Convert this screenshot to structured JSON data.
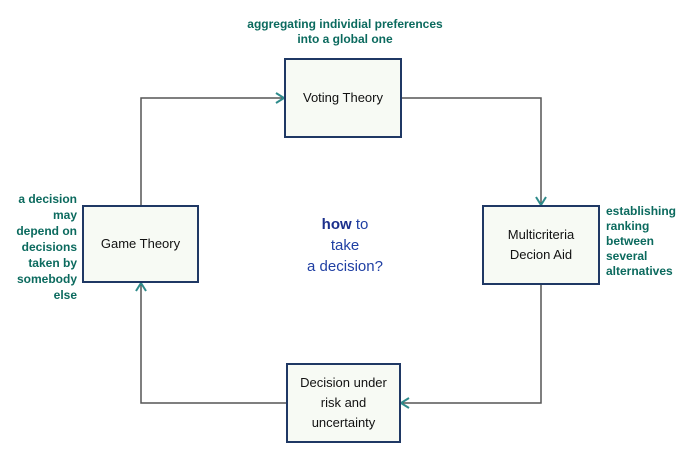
{
  "nodes": {
    "voting": "Voting Theory",
    "mcda_l1": "Multicriteria",
    "mcda_l2": "Decion Aid",
    "decision_l1": "Decision under",
    "decision_l2": "risk and",
    "decision_l3": "uncertainty",
    "game": "Game Theory"
  },
  "annotations": {
    "voting_l1": "aggregating individial preferences",
    "voting_l2": "into a global one",
    "mcda": [
      "establishing",
      "ranking",
      "between",
      "several",
      "alternatives"
    ],
    "game": [
      "a decision",
      "may",
      "depend on",
      "decisions",
      "taken by",
      "somebody",
      "else"
    ]
  },
  "center": {
    "how": "how",
    "to": " to",
    "line2": "take",
    "line3": "a decision?"
  },
  "colors": {
    "border": "#1f3864",
    "annotation": "#0b6a5e",
    "arrowhead": "#2e8b8b",
    "center_text": "#1f3fa3"
  }
}
